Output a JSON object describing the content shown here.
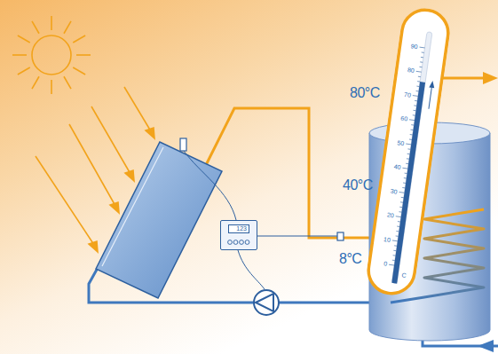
{
  "diagram": {
    "nodes": [
      {
        "text": [
          "123"
        ]
      },
      {
        "text": [
          "90",
          "80",
          "70",
          "60",
          "50",
          "40",
          "30",
          "20",
          "10",
          "0",
          "C"
        ]
      }
    ],
    "labels": [
      "80°C",
      "40°C",
      "8°C"
    ]
  }
}
